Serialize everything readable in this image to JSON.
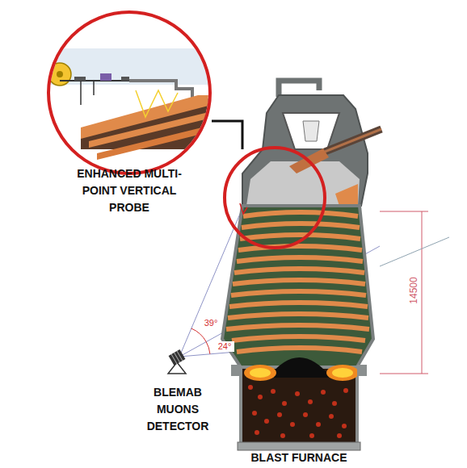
{
  "diagram": {
    "nodes": [
      {
        "text": [
          "ENHANCED MULTI-POINT VERTICAL PROBE"
        ]
      },
      {
        "text": [
          "BLAST FURNACE"
        ]
      },
      {
        "text": [
          "BLEMAB MUONS DETECTOR"
        ]
      }
    ],
    "edges": [
      {
        "from": 0,
        "to": 1,
        "arrow": "none"
      }
    ],
    "labels": [
      "39°",
      "24°",
      "14500"
    ]
  }
}
